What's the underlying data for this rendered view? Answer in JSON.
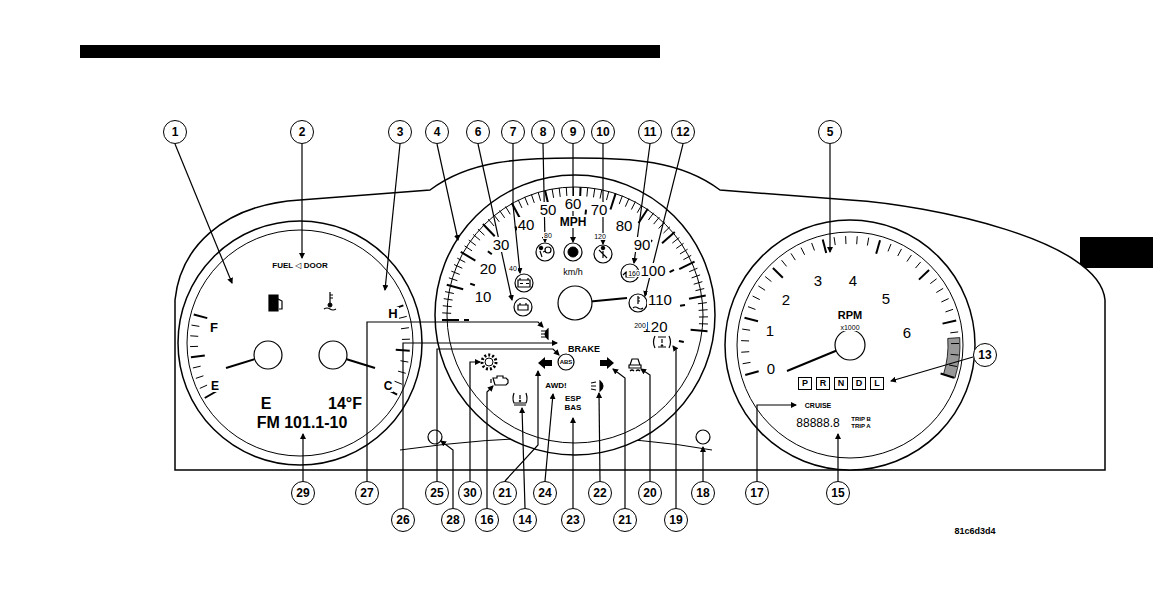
{
  "diagram": {
    "nodes": [
      {
        "text": [
          "1"
        ]
      },
      {
        "text": [
          "2"
        ]
      },
      {
        "text": [
          "3"
        ]
      },
      {
        "text": [
          "4"
        ]
      },
      {
        "text": [
          "6"
        ]
      },
      {
        "text": [
          "7"
        ]
      },
      {
        "text": [
          "8"
        ]
      },
      {
        "text": [
          "9"
        ]
      },
      {
        "text": [
          "10"
        ]
      },
      {
        "text": [
          "11"
        ]
      },
      {
        "text": [
          "12"
        ]
      },
      {
        "text": [
          "5"
        ]
      },
      {
        "text": [
          "P"
        ]
      },
      {
        "text": [
          "R"
        ]
      },
      {
        "text": [
          "N"
        ]
      },
      {
        "text": [
          "D"
        ]
      },
      {
        "text": [
          "L"
        ]
      },
      {
        "text": [
          "13"
        ]
      },
      {
        "text": [
          "29"
        ]
      },
      {
        "text": [
          "27"
        ]
      },
      {
        "text": [
          "26"
        ]
      },
      {
        "text": [
          "25"
        ]
      },
      {
        "text": [
          "28"
        ]
      },
      {
        "text": [
          "30"
        ]
      },
      {
        "text": [
          "16"
        ]
      },
      {
        "text": [
          "21"
        ]
      },
      {
        "text": [
          "14"
        ]
      },
      {
        "text": [
          "24"
        ]
      },
      {
        "text": [
          "23"
        ]
      },
      {
        "text": [
          "22"
        ]
      },
      {
        "text": [
          "21"
        ]
      },
      {
        "text": [
          "20"
        ]
      },
      {
        "text": [
          "19"
        ]
      },
      {
        "text": [
          "18"
        ]
      },
      {
        "text": [
          "17"
        ]
      },
      {
        "text": [
          "15"
        ]
      }
    ],
    "labels": [
      "FUEL ◁ DOOR",
      "F",
      "H",
      "E",
      "C",
      "E",
      "14°F",
      "FM 101.1-10",
      "10",
      "20",
      "30",
      "40",
      "50",
      "60",
      "70",
      "80",
      "90",
      "100",
      "110",
      "120",
      "40",
      "80",
      "120",
      "160",
      "200",
      "MPH",
      "km/h",
      "BRAKE",
      "ABS",
      "AWD!",
      "ESP BAS",
      "RPM",
      "x1000",
      "0",
      "1",
      "2",
      "3",
      "4",
      "5",
      "6",
      "CRUISE",
      "88888.8",
      "TRIP B",
      "TRIP A",
      "81c6d3d4"
    ]
  }
}
